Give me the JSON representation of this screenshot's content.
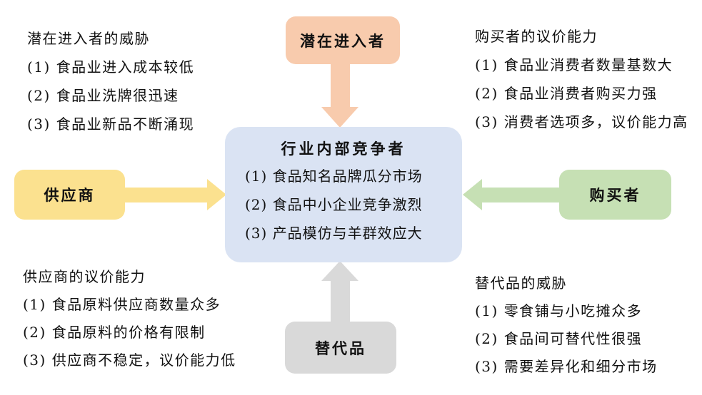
{
  "colors": {
    "potential_entrants": "#F8CBAD",
    "suppliers": "#FBE18F",
    "buyers": "#C6E0B4",
    "substitutes": "#D9D9D9",
    "center": "#DAE3F3",
    "text": "#111111",
    "background": "#FFFFFF"
  },
  "nodes": {
    "center": {
      "title": "行业内部竞争者",
      "items": [
        "(1) 食品知名品牌瓜分市场",
        "(2) 食品中小企业竞争激烈",
        "(3) 产品模仿与羊群效应大"
      ]
    },
    "top": {
      "label": "潜在进入者"
    },
    "left": {
      "label": "供应商"
    },
    "right": {
      "label": "购买者"
    },
    "bottom": {
      "label": "替代品"
    }
  },
  "blocks": {
    "top_left": {
      "title": "潜在进入者的威胁",
      "items": [
        "(1) 食品业进入成本较低",
        "(2) 食品业洗牌很迅速",
        "(3) 食品业新品不断涌现"
      ]
    },
    "top_right": {
      "title": "购买者的议价能力",
      "items": [
        "(1) 食品业消费者数量基数大",
        "(2) 食品业消费者购买力强",
        "(3) 消费者选项多，议价能力高"
      ]
    },
    "bottom_left": {
      "title": "供应商的议价能力",
      "items": [
        "(1) 食品原料供应商数量众多",
        "(2) 食品原料的价格有限制",
        "(3) 供应商不稳定，议价能力低"
      ]
    },
    "bottom_right": {
      "title": "替代品的威胁",
      "items": [
        "(1) 零食铺与小吃摊众多",
        "(2) 食品间可替代性很强",
        "(3) 需要差异化和细分市场"
      ]
    }
  }
}
